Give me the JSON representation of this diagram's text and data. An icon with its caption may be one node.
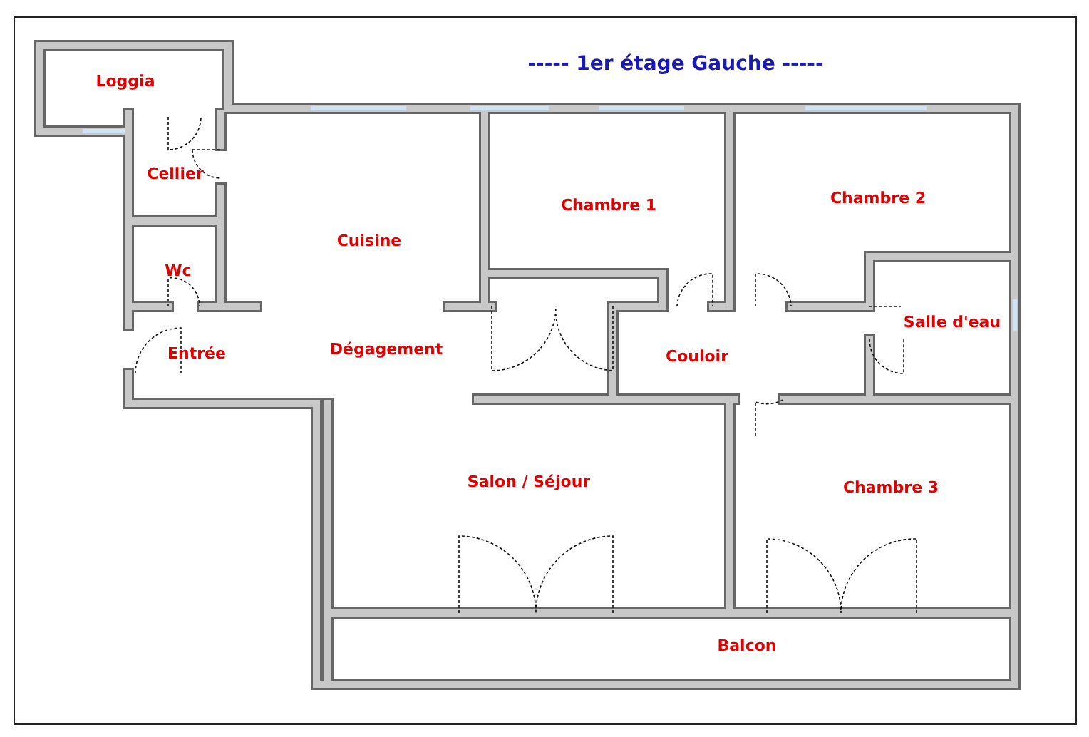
{
  "diagram": {
    "title": "----- 1er étage Gauche -----",
    "labels": [
      "Loggia",
      "Cellier",
      "Cuisine",
      "Chambre 1",
      "Chambre 2",
      "Wc",
      "Salle d'eau",
      "Entrée",
      "Dégagement",
      "Couloir",
      "Salon / Séjour",
      "Chambre 3",
      "Balcon"
    ]
  }
}
